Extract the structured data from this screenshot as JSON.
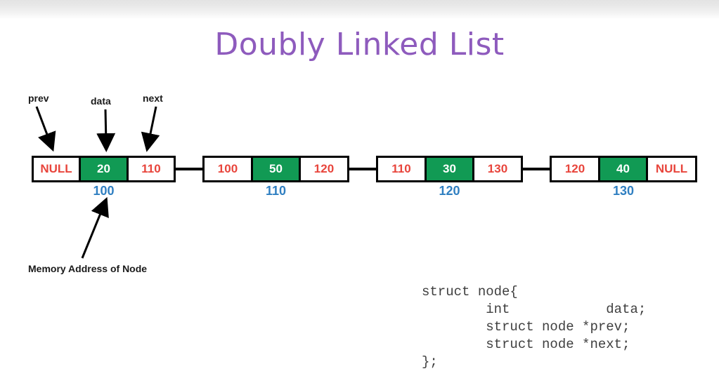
{
  "title": "Doubly Linked List",
  "theme": {
    "title_color": "#8e5bbd",
    "pointer_color": "#e8453c",
    "data_bg_color": "#119a54",
    "data_text_color": "#ffffff",
    "address_color": "#2f7fc1",
    "border_color": "#000000",
    "label_color": "#1a1a1a",
    "code_color": "#3f3f3f",
    "background": "#ffffff"
  },
  "field_labels": {
    "prev": "prev",
    "data": "data",
    "next": "next"
  },
  "memory_note": "Memory Address of Node",
  "nodes": [
    {
      "prev": "NULL",
      "data": "20",
      "next": "110",
      "address": "100"
    },
    {
      "prev": "100",
      "data": "50",
      "next": "120",
      "address": "110"
    },
    {
      "prev": "110",
      "data": "30",
      "next": "130",
      "address": "120"
    },
    {
      "prev": "120",
      "data": "40",
      "next": "NULL",
      "address": "130"
    }
  ],
  "code": {
    "line1": "struct node{",
    "line2": "        int            data;",
    "line3": "        struct node *prev;",
    "line4": "        struct node *next;",
    "line5": "};"
  }
}
